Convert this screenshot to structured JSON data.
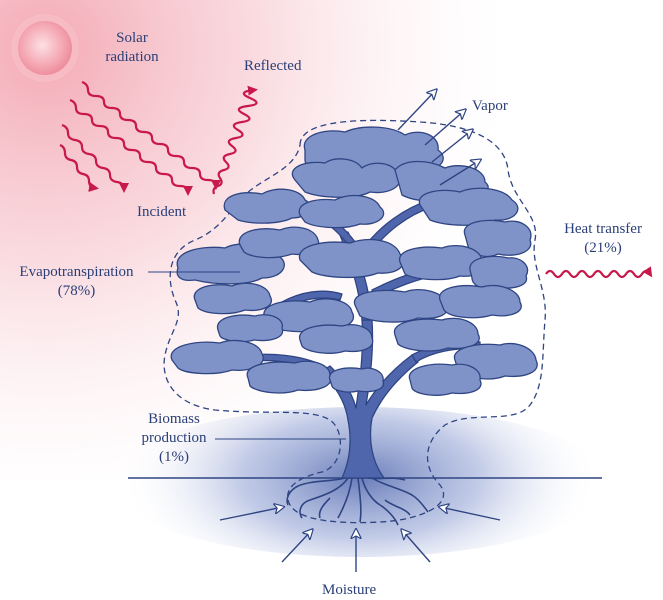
{
  "labels": {
    "solar_radiation": [
      "Solar",
      "radiation"
    ],
    "reflected": "Reflected",
    "vapor": "Vapor",
    "incident": "Incident",
    "heat_transfer": [
      "Heat transfer",
      "(21%)"
    ],
    "evapotranspiration": [
      "Evapotranspiration",
      "(78%)"
    ],
    "biomass": [
      "Biomass",
      "production",
      "(1%)"
    ],
    "moisture": "Moisture"
  },
  "colors": {
    "text": "#2a3f78",
    "radiation_arrow": "#c8194a",
    "tree_fill": "#7f93c8",
    "tree_stroke": "#2f4583",
    "ground_line": "#2f4583",
    "sky_glow": "#f2a9b4",
    "sun": "#f08a99"
  },
  "icons": {
    "sun": "sun-icon",
    "tree": "tree-icon"
  }
}
